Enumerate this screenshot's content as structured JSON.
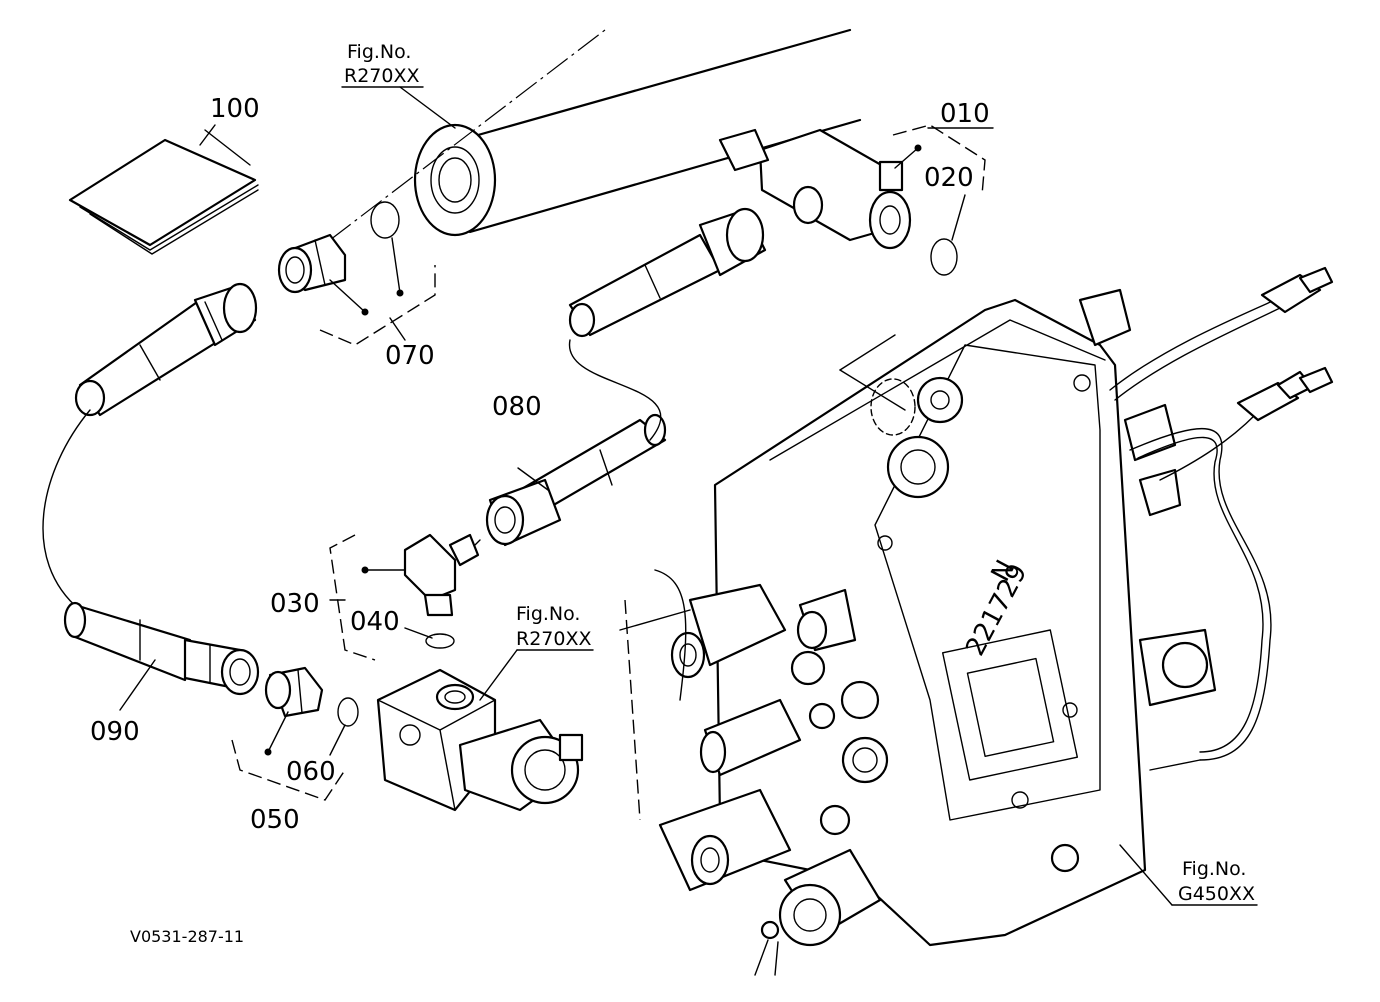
{
  "parts": [
    {
      "id": "p100",
      "label": "100"
    },
    {
      "id": "p010",
      "label": "010"
    },
    {
      "id": "p020",
      "label": "020"
    },
    {
      "id": "p070",
      "label": "070"
    },
    {
      "id": "p080",
      "label": "080"
    },
    {
      "id": "p030",
      "label": "030"
    },
    {
      "id": "p040",
      "label": "040"
    },
    {
      "id": "p090",
      "label": "090"
    },
    {
      "id": "p060",
      "label": "060"
    },
    {
      "id": "p050",
      "label": "050"
    }
  ],
  "figure_refs": [
    {
      "prefix": "Fig.No.",
      "code": "R270XX"
    },
    {
      "prefix": "Fig.No.",
      "code": "R270XX"
    },
    {
      "prefix": "Fig.No.",
      "code": "G450XX"
    }
  ],
  "valve_marking": {
    "letter": "N",
    "number": "221729"
  },
  "drawing_code": "V0531-287-11"
}
